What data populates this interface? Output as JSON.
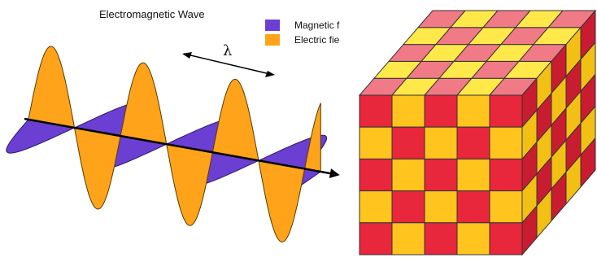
{
  "wave_figure": {
    "title": "Electromagnetic Wave",
    "wavelength_symbol": "λ",
    "legend": [
      {
        "label": "Magnetic f",
        "color": "#6a3fd1"
      },
      {
        "label": "Electric fie",
        "color": "#ffa31a"
      }
    ],
    "colors": {
      "magnetic": "#6a3fd1",
      "electric": "#ffa31a",
      "axis": "#000000"
    }
  },
  "cube_figure": {
    "grid_size": 5,
    "colors": {
      "front_red": "#e8263c",
      "front_yellow": "#ffc41d",
      "top_pink": "#f07a86",
      "top_yellow": "#ffe84a",
      "side_red": "#c91c30",
      "side_yellow": "#f2c014",
      "edge": "#333333"
    }
  }
}
